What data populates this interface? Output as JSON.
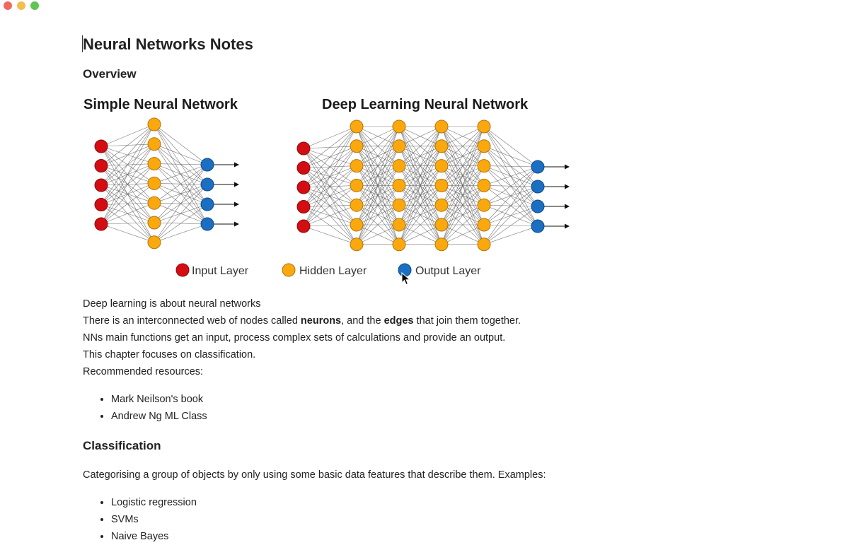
{
  "window": {
    "buttons": {
      "close_color": "#ee6a5f",
      "minimize_color": "#f5bd4f",
      "zoom_color": "#61c454"
    }
  },
  "doc": {
    "title": "Neural Networks Notes",
    "overview_heading": "Overview",
    "figure": {
      "simple_title": "Simple Neural Network",
      "deep_title": "Deep Learning Neural Network",
      "legend": {
        "input": "Input Layer",
        "hidden": "Hidden Layer",
        "output": "Output Layer"
      },
      "colors": {
        "input": "#d40d12",
        "hidden": "#fba80f",
        "output": "#1a6fc2"
      }
    },
    "paragraph": {
      "line1": "Deep learning is about neural networks",
      "line2_a": "There is an interconnected web of nodes called ",
      "line2_b": "neurons",
      "line2_c": ", and the ",
      "line2_d": "edges",
      "line2_e": " that join them together.",
      "line3": "NNs main functions get an input, process complex sets of calculations and provide an output.",
      "line4": "This chapter focuses on classification.",
      "line5": "Recommended resources:"
    },
    "resources": [
      "Mark Neilson's book",
      "Andrew Ng ML Class"
    ],
    "classification_heading": "Classification",
    "classification_text": "Categorising a group of objects by only using some basic data features that describe them. Examples:",
    "examples": [
      "Logistic regression",
      "SVMs",
      "Naive Bayes"
    ]
  }
}
